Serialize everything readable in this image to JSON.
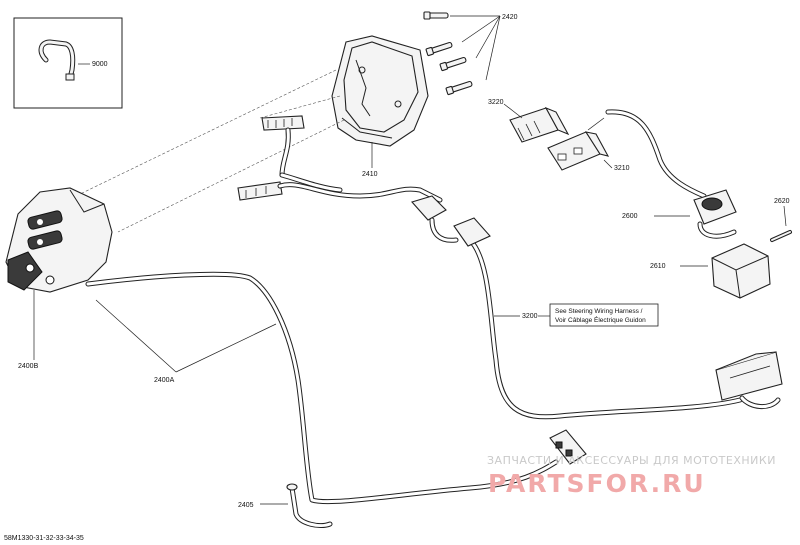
{
  "callouts": {
    "c9000": "9000",
    "c2420": "2420",
    "c2410": "2410",
    "c3220": "3220",
    "c3210": "3210",
    "c2600": "2600",
    "c2620": "2620",
    "c2610": "2610",
    "c3200": "3200",
    "c2400b": "2400B",
    "c2400a": "2400A",
    "c2405": "2405"
  },
  "note": {
    "line1": "See Steering Wiring Harness /",
    "line2": "Voir Câblage Électrique Guidon"
  },
  "footer": {
    "code": "58M1330-31-32-33-34-35"
  },
  "watermark": {
    "tagline": "ЗАПЧАСТИ И АКСЕССУАРЫ ДЛЯ МОТОТЕХНИКИ",
    "brand": "PARTSFOR.RU"
  },
  "icons": {
    "tool_inset": "hook-tool-icon"
  },
  "colors": {
    "line": "#222222",
    "watermark": "#f1a9a9"
  }
}
